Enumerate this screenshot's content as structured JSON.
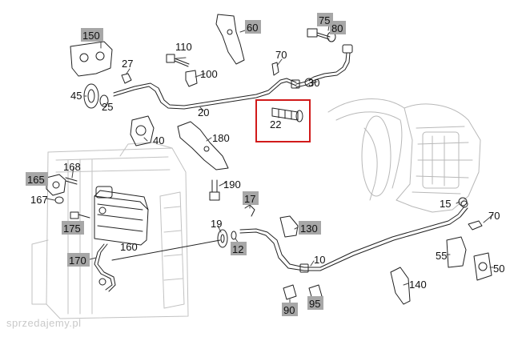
{
  "diagram": {
    "parts": [
      {
        "label": "150",
        "shaded": true
      },
      {
        "label": "60",
        "shaded": true
      },
      {
        "label": "75",
        "shaded": true
      },
      {
        "label": "80",
        "shaded": true
      },
      {
        "label": "110",
        "shaded": false
      },
      {
        "label": "100",
        "shaded": false
      },
      {
        "label": "70",
        "shaded": false
      },
      {
        "label": "27",
        "shaded": false
      },
      {
        "label": "30",
        "shaded": false
      },
      {
        "label": "45",
        "shaded": false
      },
      {
        "label": "25",
        "shaded": false
      },
      {
        "label": "20",
        "shaded": false
      },
      {
        "label": "22",
        "shaded": false
      },
      {
        "label": "40",
        "shaded": false
      },
      {
        "label": "180",
        "shaded": false
      },
      {
        "label": "165",
        "shaded": true
      },
      {
        "label": "168",
        "shaded": false
      },
      {
        "label": "167",
        "shaded": false
      },
      {
        "label": "190",
        "shaded": false
      },
      {
        "label": "17",
        "shaded": true
      },
      {
        "label": "175",
        "shaded": true
      },
      {
        "label": "19",
        "shaded": false
      },
      {
        "label": "130",
        "shaded": true
      },
      {
        "label": "160",
        "shaded": false
      },
      {
        "label": "12",
        "shaded": true
      },
      {
        "label": "170",
        "shaded": true
      },
      {
        "label": "10",
        "shaded": false
      },
      {
        "label": "15",
        "shaded": false
      },
      {
        "label": "70",
        "shaded": false
      },
      {
        "label": "55",
        "shaded": false
      },
      {
        "label": "50",
        "shaded": false
      },
      {
        "label": "140",
        "shaded": false
      },
      {
        "label": "90",
        "shaded": true
      },
      {
        "label": "95",
        "shaded": true
      }
    ],
    "highlight_color": "#d11a1a",
    "shade_color": "#a7a7a7"
  },
  "watermark": "sprzedajemy.pl"
}
